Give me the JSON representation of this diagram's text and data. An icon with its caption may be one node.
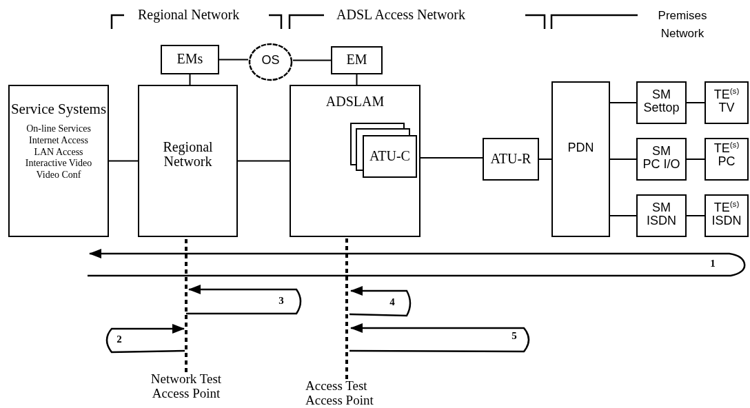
{
  "diagram": {
    "nodes": [
      {
        "text": [
          "Service Systems",
          "On-line Services",
          "Internet Access",
          "LAN Access",
          "Interactive Video",
          "Video Conf"
        ]
      },
      {
        "text": [
          "EMs"
        ]
      },
      {
        "text": [
          "OS"
        ]
      },
      {
        "text": [
          "EM"
        ]
      },
      {
        "text": [
          "Regional Network"
        ]
      },
      {
        "text": [
          "ADSLAM"
        ]
      },
      {
        "text": [
          "ATU-C"
        ],
        "in": 5
      },
      {
        "text": [
          "ATU-R"
        ]
      },
      {
        "text": [
          "PDN"
        ]
      },
      {
        "text": [
          "SM Settop"
        ]
      },
      {
        "text": [
          "SM PC I/O"
        ]
      },
      {
        "text": [
          "SM ISDN"
        ]
      },
      {
        "text": [
          "TE$^{(s)}$ TV"
        ]
      },
      {
        "text": [
          "TE$^{(s)}$ PC"
        ]
      },
      {
        "text": [
          "TE$^{(s)}$ ISDN"
        ]
      },
      {
        "text": [
          "Network Test Access Point"
        ]
      },
      {
        "text": [
          "Access Test Access Point"
        ]
      }
    ],
    "edges": [
      {
        "from": 1,
        "to": 2,
        "arrow": "none"
      },
      {
        "from": 2,
        "to": 3,
        "arrow": "none"
      },
      {
        "from": 1,
        "to": 4,
        "arrow": "none"
      },
      {
        "from": 3,
        "to": 5,
        "arrow": "none"
      },
      {
        "from": 0,
        "to": 4,
        "arrow": "none"
      },
      {
        "from": 4,
        "to": 5,
        "arrow": "none"
      },
      {
        "from": 6,
        "to": 7,
        "arrow": "none"
      },
      {
        "from": 7,
        "to": 8,
        "arrow": "none"
      },
      {
        "from": 8,
        "to": 9,
        "arrow": "none"
      },
      {
        "from": 9,
        "to": 12,
        "arrow": "none"
      },
      {
        "from": 8,
        "to": 10,
        "arrow": "none"
      },
      {
        "from": 10,
        "to": 13,
        "arrow": "none"
      },
      {
        "from": 8,
        "to": 11,
        "arrow": "none"
      },
      {
        "from": 11,
        "to": 14,
        "arrow": "none"
      },
      {
        "from": 15,
        "to": 4,
        "arrow": "none",
        "style": "dashed"
      },
      {
        "from": 16,
        "to": 5,
        "arrow": "none",
        "style": "dashed"
      }
    ],
    "labels": [
      "Regional Network",
      "ADSL Access Network",
      "Premises Network",
      "1",
      "3",
      "4",
      "2",
      "5"
    ]
  }
}
